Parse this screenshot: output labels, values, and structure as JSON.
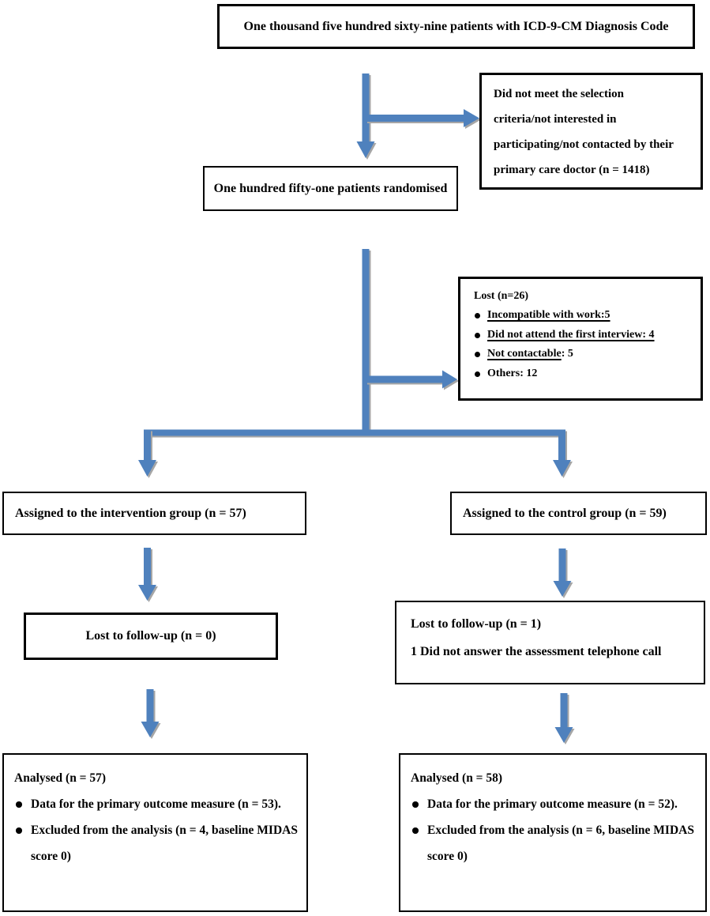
{
  "colors": {
    "arrow": "#4f81bd",
    "arrow_shadow": "#a6a6a6",
    "box_border": "#000000",
    "background": "#ffffff",
    "text": "#000000"
  },
  "flowchart": {
    "eligible": {
      "text": "One thousand five hundred sixty-nine patients with ICD-9-CM Diagnosis Code"
    },
    "excluded_screening": {
      "lines": [
        "Did not meet the selection",
        "criteria/not interested in",
        "participating/not contacted by their",
        "primary care doctor (n = 1418)"
      ]
    },
    "randomised": {
      "text": "One hundred fifty-one patients randomised"
    },
    "lost_prerandomisation": {
      "title": "Lost (n=26)",
      "bullets": [
        {
          "underlined": "Incompatible with work:5",
          "rest": ""
        },
        {
          "underlined": "Did not attend the first interview: 4",
          "rest": ""
        },
        {
          "underlined": "Not contactable",
          "rest": ": 5"
        },
        {
          "underlined": "",
          "rest": "Others: 12"
        }
      ]
    },
    "intervention_assigned": {
      "text": "Assigned to the intervention group (n = 57)"
    },
    "control_assigned": {
      "text": "Assigned to the control group (n = 59)"
    },
    "intervention_lost_followup": {
      "text": "Lost to follow-up (n = 0)"
    },
    "control_lost_followup": {
      "title": "Lost to follow-up (n = 1)",
      "detail": "1 Did not answer the assessment telephone call"
    },
    "intervention_analysed": {
      "title": "Analysed (n = 57)",
      "bullets": [
        "Data for the primary outcome measure (n = 53).",
        "Excluded from the analysis (n = 4, baseline MIDAS score 0)"
      ]
    },
    "control_analysed": {
      "title": "Analysed (n = 58)",
      "bullets": [
        "Data for the primary outcome measure (n = 52).",
        "Excluded from the analysis (n = 6, baseline MIDAS score 0)"
      ]
    }
  }
}
